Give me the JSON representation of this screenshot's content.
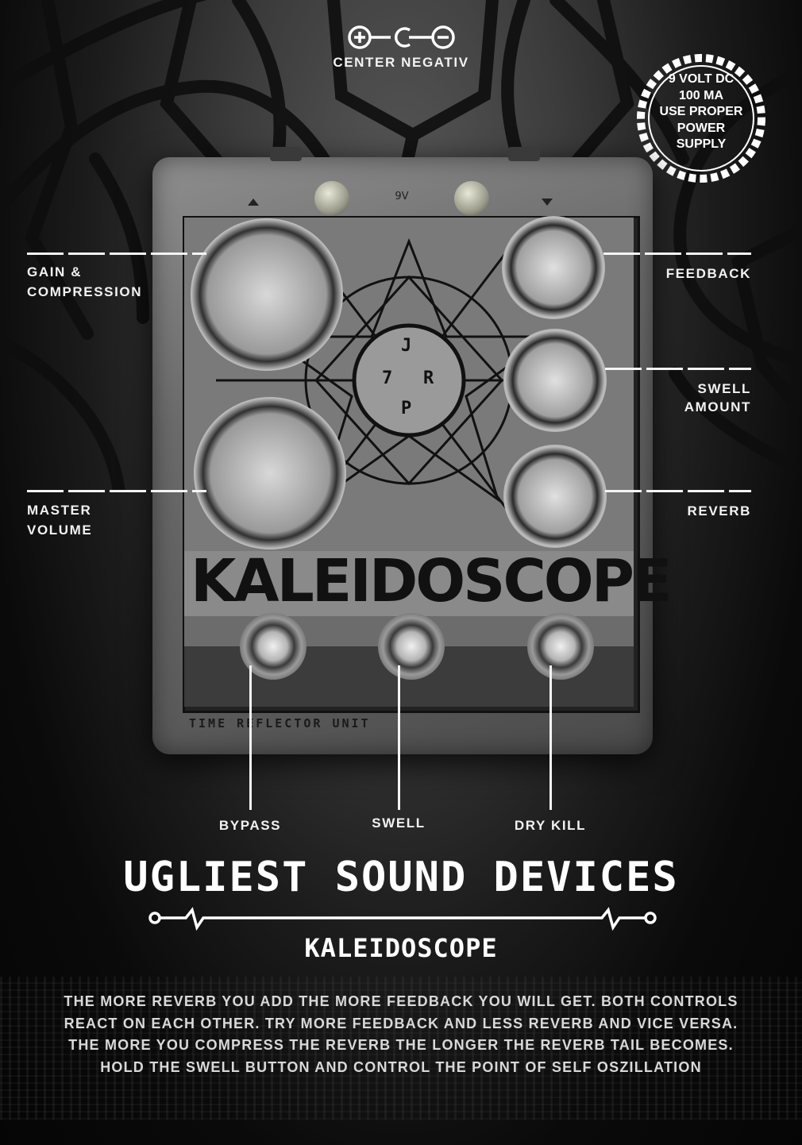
{
  "power": {
    "polarity_label": "CENTER NEGATIV",
    "badge_lines": [
      "9 VOLT DC",
      "100 MA",
      "USE PROPER",
      "POWER",
      "SUPPLY"
    ]
  },
  "controls": {
    "gain": [
      "GAIN &",
      "COMPRESSION"
    ],
    "master": [
      "MASTER",
      "VOLUME"
    ],
    "feedback": "FEEDBACK",
    "swell_amount": [
      "SWELL",
      "AMOUNT"
    ],
    "reverb": "REVERB"
  },
  "switches": {
    "bypass": "BYPASS",
    "swell": "SWELL",
    "dry_kill": "DRY KILL"
  },
  "pedal": {
    "jack_label": "9V",
    "name": "KALEIDOSCOPE",
    "subtitle": "TIME REFLECTOR UNIT",
    "logo_letters": [
      "J",
      "7",
      "R",
      "P"
    ]
  },
  "brand": {
    "name": "UGLIEST SOUND DEVICES",
    "product": "KALEIDOSCOPE"
  },
  "description": [
    "THE MORE REVERB YOU ADD THE MORE FEEDBACK YOU WILL GET. BOTH CONTROLS",
    "REACT ON EACH OTHER. TRY MORE FEEDBACK AND LESS REVERB AND VICE VERSA.",
    "THE MORE YOU COMPRESS THE REVERB THE LONGER THE REVERB TAIL BECOMES.",
    "HOLD THE SWELL BUTTON AND CONTROL THE POINT OF SELF OSZILLATION"
  ],
  "colors": {
    "background": "#0b0b0b",
    "label": "#f2f2f2",
    "pedal_body": "#6e6e6e",
    "description": "#d9d9d9"
  }
}
